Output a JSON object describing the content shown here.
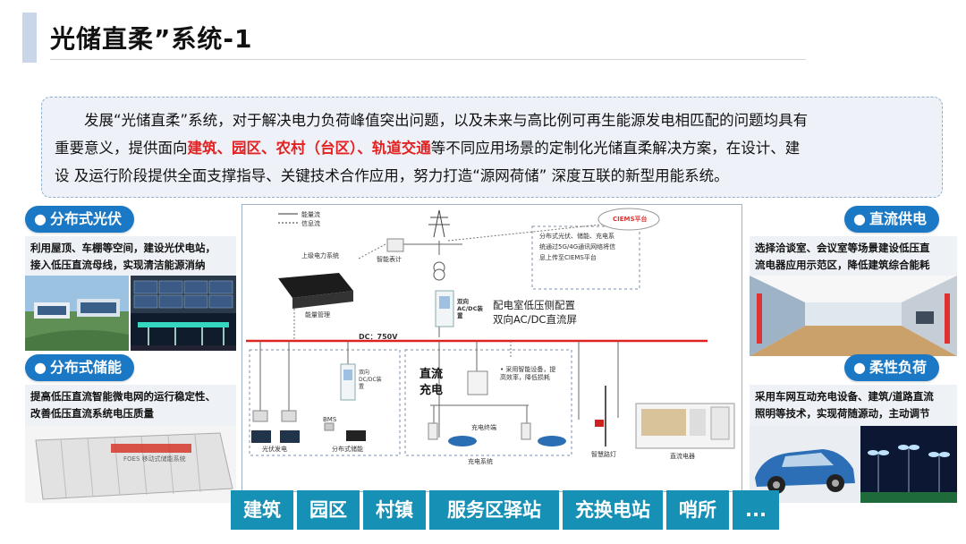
{
  "header": {
    "title": "光储直柔”系统-1"
  },
  "intro": {
    "p1": "发展“光储直柔”系统，对于解决电力负荷峰值突出问题，以及未来与高比例可再生能源发电相匹配的问题均具有",
    "p2_a": "重要意义，提供面向",
    "p2_red": "建筑、园区、农村（台区）、轨道交通",
    "p2_b": "等不同应用场景的定制化光储直柔解决方案，在设计、建",
    "p3": "设 及运行阶段提供全面支撑指导、关键技术合作应用，努力打造“源网荷储” 深度互联的新型用能系统。"
  },
  "left_top": {
    "tag": "分布式光伏",
    "line1": "利用屋顶、车棚等空间，建设光伏电站，",
    "line2": "接入低压直流母线，实现清洁能源消纳"
  },
  "left_bottom": {
    "tag": "分布式储能",
    "line1": "提高低压直流智能微电网的运行稳定性、",
    "line2": "改善低压直流系统电压质量",
    "container_label": "FOES 移动式储能系统"
  },
  "right_top": {
    "tag": "直流供电",
    "line1": "选择洽谈室、会议室等场景建设低压直",
    "line2": "流电器应用示范区，降低建筑综合能耗"
  },
  "right_bottom": {
    "tag": "柔性负荷",
    "line1": "采用车网互动充电设备、建筑/道路直流",
    "line2": "照明等技术，实现荷随源动，主动调节"
  },
  "diagram": {
    "legend_energy": "能量流",
    "legend_info": "信息流",
    "cloud": "CIEMS平台",
    "upper_grid": "上级电力系统",
    "smart_meter": "智能表计",
    "ems": "能量管理",
    "bidir": "双向AC/DC装置",
    "info_note_1": "分布式光伏、储能、充电系",
    "info_note_2": "统通过5G/4G通讯网络将信",
    "info_note_3": "息上传至CIEMS平台",
    "dist_room_1": "配电室低压侧配置",
    "dist_room_2": "双向AC/DC直流屏",
    "dc_bus": "DC：750V",
    "dcdc": "双向DC/DC装置",
    "charge_title_1": "直流",
    "charge_title_2": "充电",
    "charge_note": "• 采用智能设备，提高效率，降低损耗",
    "charge_pile": "充电终端",
    "pv": "光伏发电",
    "bms": "BMS",
    "storage": "分布式储能",
    "charging_sys": "充电系统",
    "street_light": "智慧路灯",
    "dc_appliance": "直流电器"
  },
  "tabs": [
    "建筑",
    "园区",
    "村镇",
    "服务区驿站",
    "充换电站",
    "哨所",
    "..."
  ]
}
